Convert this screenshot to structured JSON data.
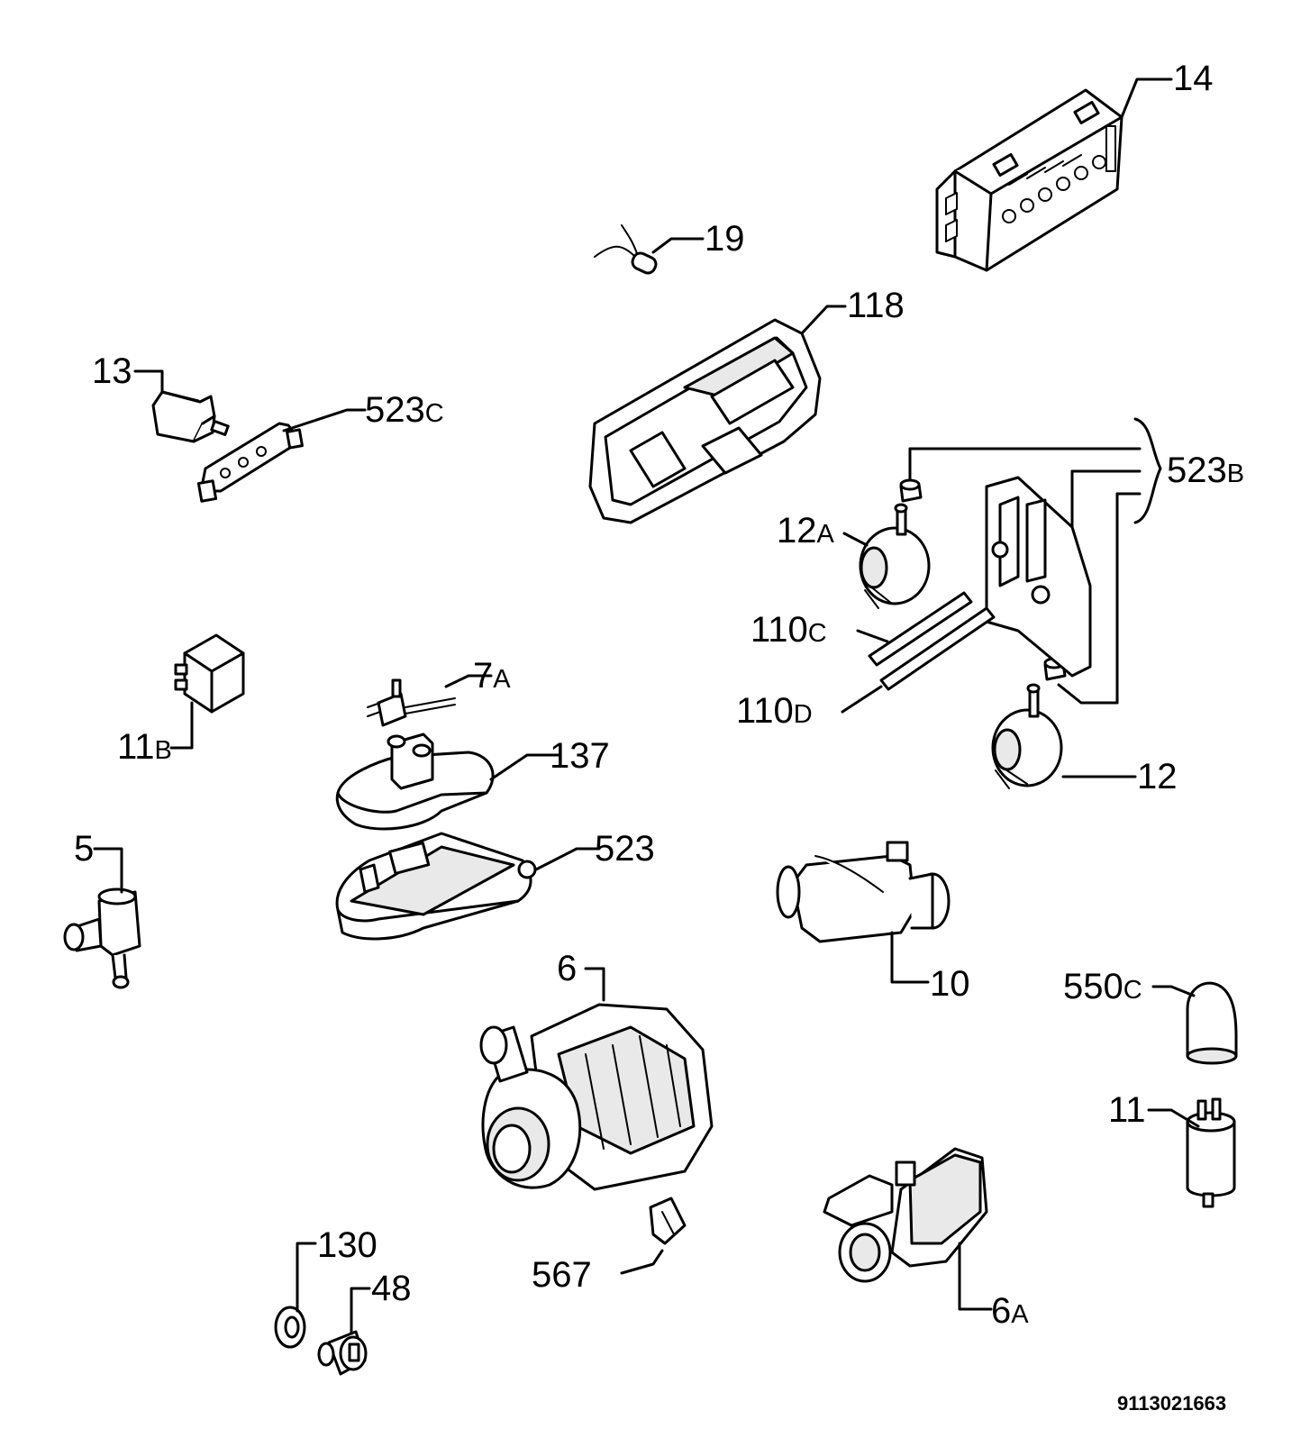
{
  "diagram_id": "9113021663",
  "callouts": [
    {
      "id": "14",
      "main": "14",
      "suffix": ""
    },
    {
      "id": "19",
      "main": "19",
      "suffix": ""
    },
    {
      "id": "118",
      "main": "118",
      "suffix": ""
    },
    {
      "id": "13",
      "main": "13",
      "suffix": ""
    },
    {
      "id": "523C",
      "main": "523",
      "suffix": "C"
    },
    {
      "id": "523B",
      "main": "523",
      "suffix": "B"
    },
    {
      "id": "12A",
      "main": "12",
      "suffix": "A"
    },
    {
      "id": "110C",
      "main": "110",
      "suffix": "C"
    },
    {
      "id": "110D",
      "main": "110",
      "suffix": "D"
    },
    {
      "id": "12",
      "main": "12",
      "suffix": ""
    },
    {
      "id": "7A",
      "main": "7",
      "suffix": "A"
    },
    {
      "id": "11B",
      "main": "11",
      "suffix": "B"
    },
    {
      "id": "137",
      "main": "137",
      "suffix": ""
    },
    {
      "id": "5",
      "main": "5",
      "suffix": ""
    },
    {
      "id": "523",
      "main": "523",
      "suffix": ""
    },
    {
      "id": "10",
      "main": "10",
      "suffix": ""
    },
    {
      "id": "6",
      "main": "6",
      "suffix": ""
    },
    {
      "id": "550C",
      "main": "550",
      "suffix": "C"
    },
    {
      "id": "11",
      "main": "11",
      "suffix": ""
    },
    {
      "id": "130",
      "main": "130",
      "suffix": ""
    },
    {
      "id": "48",
      "main": "48",
      "suffix": ""
    },
    {
      "id": "567",
      "main": "567",
      "suffix": ""
    },
    {
      "id": "6A",
      "main": "6",
      "suffix": "A"
    }
  ]
}
